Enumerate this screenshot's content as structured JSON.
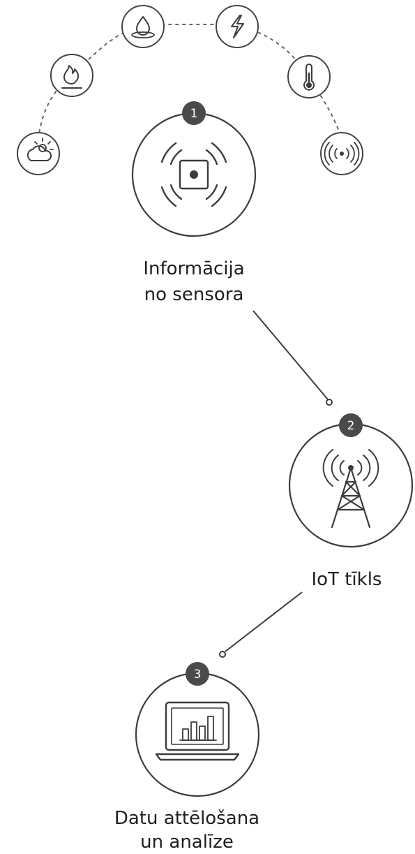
{
  "steps": [
    {
      "number": "1",
      "label_line1": "Informācija",
      "label_line2": "no sensora"
    },
    {
      "number": "2",
      "label_line1": "IoT tīkls"
    },
    {
      "number": "3",
      "label_line1": "Datu attēlošana",
      "label_line2": "un analīze"
    }
  ],
  "sensor_icons": [
    "weather-icon",
    "fire-icon",
    "water-drop-icon",
    "electricity-icon",
    "thermometer-icon",
    "vibration-signal-icon"
  ],
  "colors": {
    "stroke": "#3c3c3c",
    "badge": "#4a4a4a",
    "background": "#ffffff"
  }
}
